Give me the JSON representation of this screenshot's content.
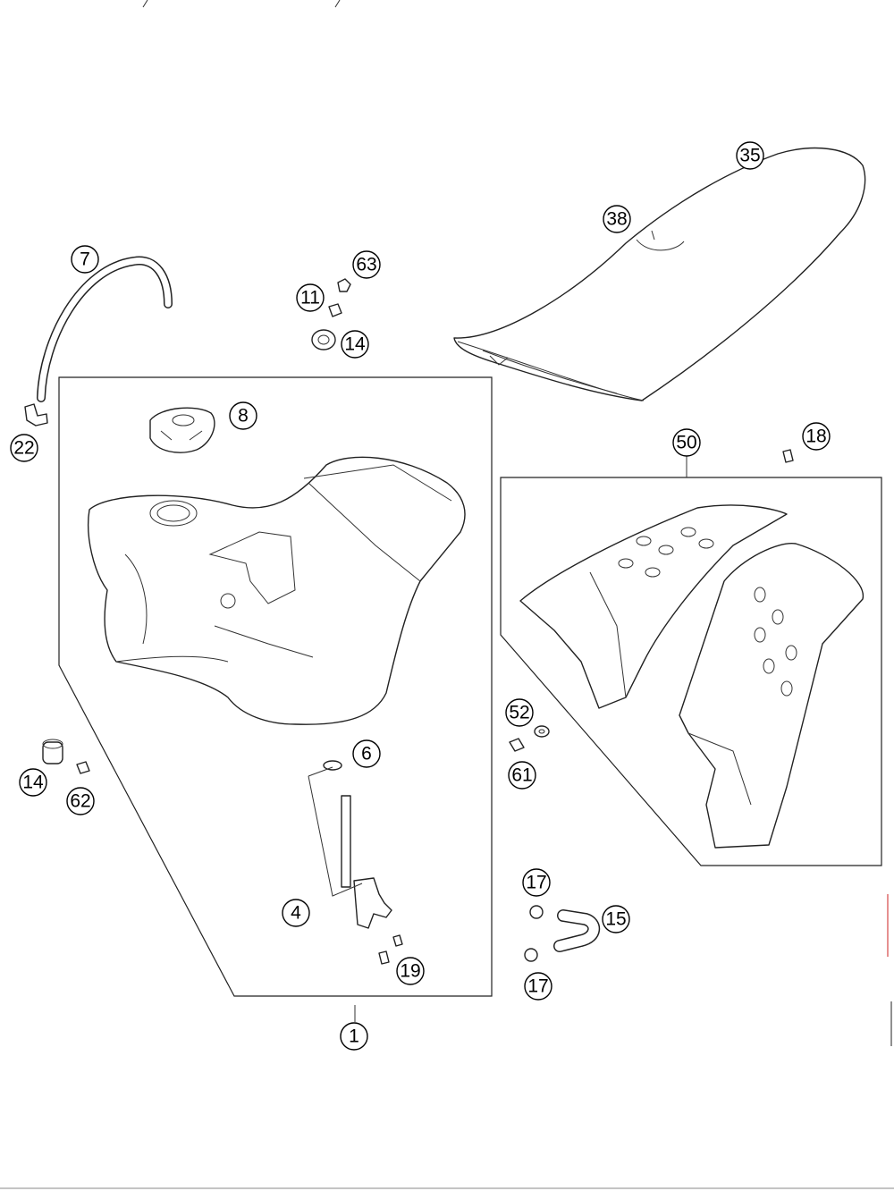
{
  "callouts": {
    "c35": "35",
    "c38": "38",
    "c7": "7",
    "c63": "63",
    "c11": "11",
    "c14a": "14",
    "c22": "22",
    "c8": "8",
    "c50": "50",
    "c18": "18",
    "c52": "52",
    "c61": "61",
    "c6": "6",
    "c14b": "14",
    "c62": "62",
    "c4": "4",
    "c17a": "17",
    "c15": "15",
    "c17b": "17",
    "c19": "19",
    "c1": "1"
  }
}
